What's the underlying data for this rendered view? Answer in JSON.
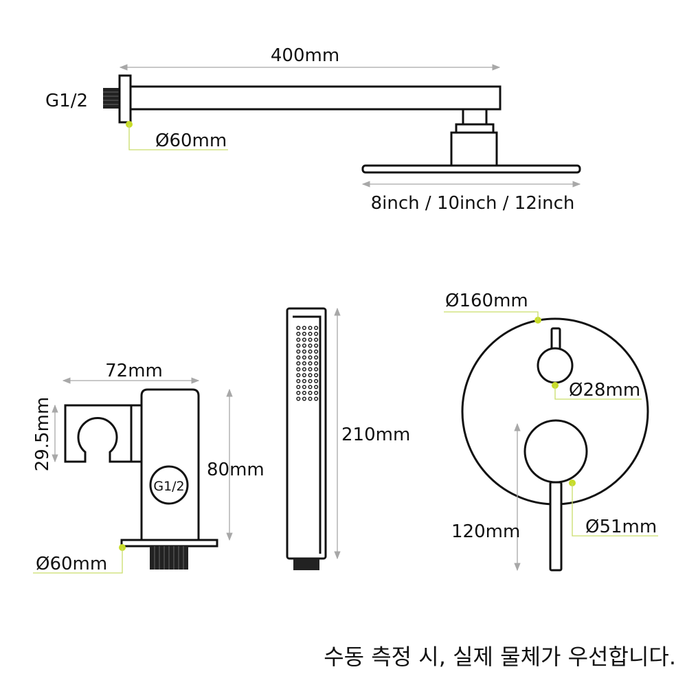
{
  "colors": {
    "line": "#111111",
    "dimension": "#a8a8a8",
    "leader": "#c9dd6a",
    "marker": "#c8dc2a",
    "background": "#ffffff"
  },
  "shower_arm": {
    "length_label": "400mm",
    "thread_label": "G1/2",
    "flange_label": "Ø60mm",
    "head_width_label": "8inch / 10inch / 12inch"
  },
  "wall_bracket": {
    "width_label": "72mm",
    "hook_height_label": "29.5mm",
    "height_label": "80mm",
    "thread_label": "G1/2",
    "flange_label": "Ø60mm"
  },
  "hand_shower": {
    "length_label": "210mm"
  },
  "mixer_valve": {
    "plate_label": "Ø160mm",
    "top_knob_label": "Ø28mm",
    "main_knob_label": "Ø51mm",
    "lever_label": "120mm"
  },
  "notice": "수동 측정 시, 실제 물체가 우선합니다."
}
